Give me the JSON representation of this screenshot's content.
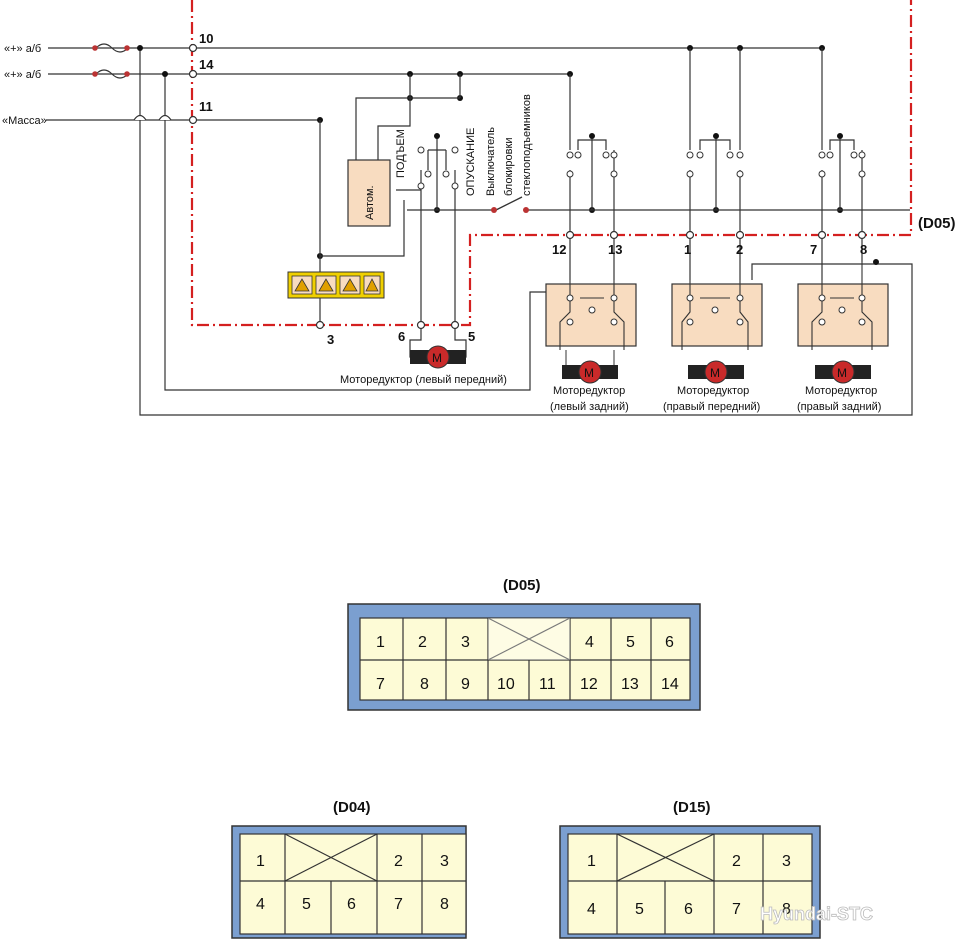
{
  "inputs": {
    "bat1": "«+» а/б",
    "bat2": "«+» а/б",
    "ground": "«Масса»"
  },
  "pins": {
    "p10": "10",
    "p14": "14",
    "p11": "11",
    "p3": "3",
    "p6": "6",
    "p5": "5",
    "p12": "12",
    "p13": "13",
    "p1": "1",
    "p2": "2",
    "p7": "7",
    "p8": "8"
  },
  "labels": {
    "avtom": "Автом.",
    "podem": "ПОДЪЕМ",
    "opuskanie": "ОПУСКАНИЕ",
    "lock_switch_1": "Выключатель",
    "lock_switch_2": "блокировки",
    "lock_switch_3": "стеклоподъемников",
    "d05_tag": "(D05)",
    "motor_letter": "M"
  },
  "motors": [
    {
      "line1": "Моторедуктор (левый передний)",
      "line2": ""
    },
    {
      "line1": "Моторедуктор",
      "line2": "(левый задний)"
    },
    {
      "line1": "Моторедуктор",
      "line2": "(правый передний)"
    },
    {
      "line1": "Моторедуктор",
      "line2": "(правый задний)"
    }
  ],
  "connectors": {
    "d05": {
      "title": "(D05)",
      "row1": [
        "1",
        "2",
        "3",
        "",
        "4",
        "5",
        "6"
      ],
      "row2": [
        "7",
        "8",
        "9",
        "10",
        "11",
        "12",
        "13",
        "14"
      ]
    },
    "d04": {
      "title": "(D04)",
      "row1": [
        "1",
        "",
        "2",
        "3"
      ],
      "row2": [
        "4",
        "5",
        "6",
        "7",
        "8"
      ]
    },
    "d15": {
      "title": "(D15)",
      "row1": [
        "1",
        "",
        "2",
        "3"
      ],
      "row2": [
        "4",
        "5",
        "6",
        "7",
        "8"
      ]
    }
  },
  "watermark": "Hyundai-STC",
  "colors": {
    "red_dash": "#d42020",
    "fill_box": "#f8dcc0",
    "connector_frame": "#7b9fd0",
    "connector_cell": "#fdfbd6",
    "motor": "#c92a2a"
  }
}
